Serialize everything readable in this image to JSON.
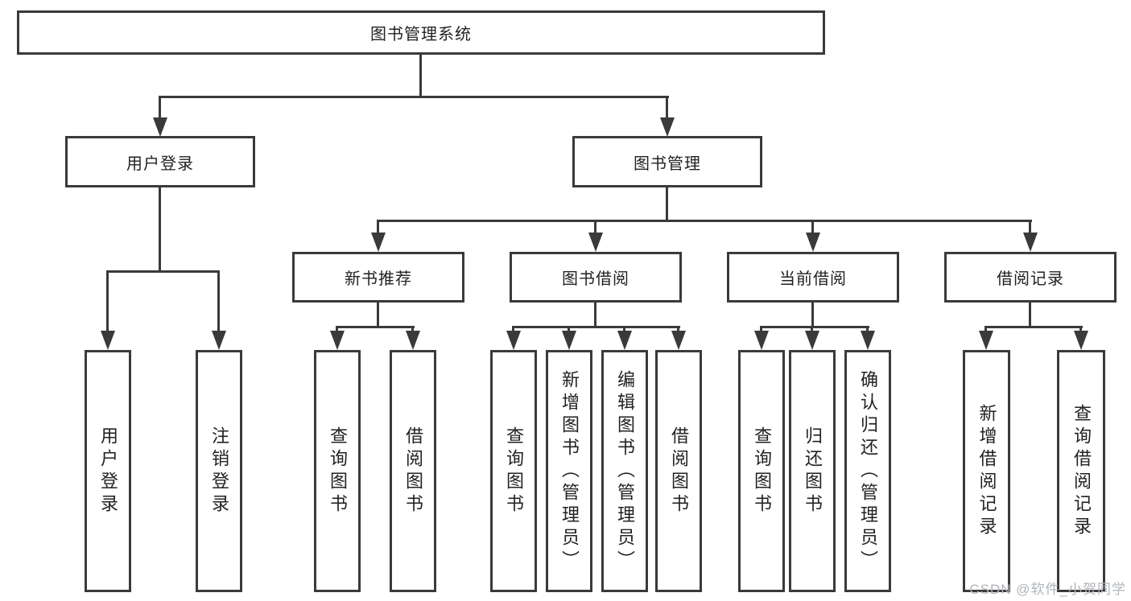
{
  "diagram": {
    "root": {
      "label": "图书管理系统"
    },
    "level2": [
      {
        "label": "用户登录"
      },
      {
        "label": "图书管理"
      }
    ],
    "level3": [
      {
        "label": "新书推荐"
      },
      {
        "label": "图书借阅"
      },
      {
        "label": "当前借阅"
      },
      {
        "label": "借阅记录"
      }
    ],
    "leaves": {
      "user_login": [
        "用户登录",
        "注销登录"
      ],
      "new_book": [
        "查询图书",
        "借阅图书"
      ],
      "book_borrow": [
        "查询图书",
        "新增图书（管理员）",
        "编辑图书（管理员）",
        "借阅图书"
      ],
      "current_borrow": [
        "查询图书",
        "归还图书",
        "确认归还（管理员）"
      ],
      "borrow_record": [
        "新增借阅记录",
        "查询借阅记录"
      ]
    }
  },
  "watermark": {
    "text": "CSDN @软件_小贺同学"
  },
  "colors": {
    "line": "#3a3a3a",
    "text": "#222222",
    "bg": "#ffffff",
    "watermark": "#b0b4ba"
  }
}
